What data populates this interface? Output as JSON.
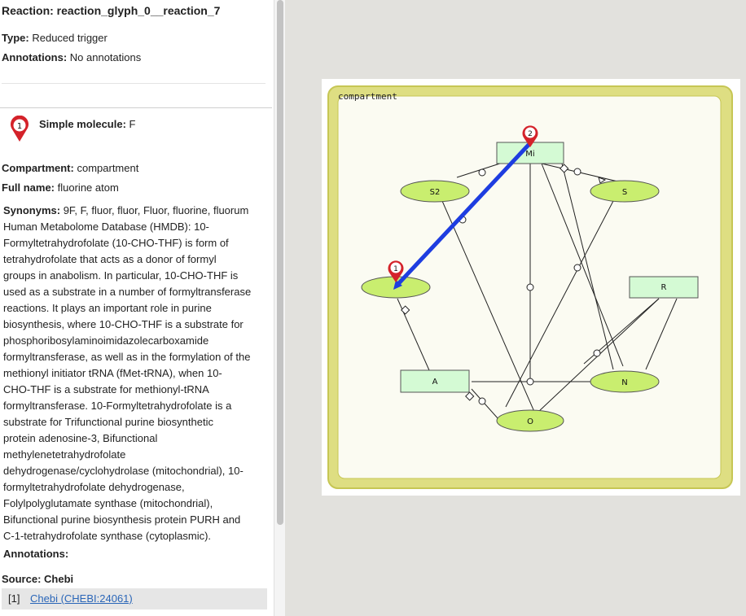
{
  "panel": {
    "reaction_title": "Reaction: reaction_glyph_0__reaction_7",
    "type_label": "Type:",
    "type_value": "Reduced trigger",
    "annotations_label": "Annotations:",
    "annotations_value": "No annotations",
    "species": {
      "marker_number": "1",
      "label": "Simple molecule:",
      "value": "F"
    },
    "compartment_label": "Compartment:",
    "compartment_value": "compartment",
    "fullname_label": "Full name:",
    "fullname_value": "fluorine atom",
    "synonyms_label": "Synonyms:",
    "synonyms_value": "9F, F, fluor, fluor, Fluor, fluorine, fluorum",
    "description_lines": [
      "Human Metabolome Database (HMDB): 10-",
      "Formyltetrahydrofolate (10-CHO-THF) is form of",
      "tetrahydrofolate that acts as a donor of formyl",
      "groups in anabolism. In particular, 10-CHO-THF is",
      "used as a substrate in a number of formyltransferase",
      "reactions. It plays an important role in purine",
      "biosynthesis, where 10-CHO-THF is a substrate for",
      "phosphoribosylaminoimidazolecarboxamide",
      "formyltransferase, as well as in the formylation of the",
      "methionyl initiator tRNA (fMet-tRNA), when 10-",
      "CHO-THF is a substrate for methionyl-tRNA",
      "formyltransferase. 10-Formyltetrahydrofolate is a",
      "substrate for Trifunctional purine biosynthetic",
      "protein adenosine-3, Bifunctional",
      "methylenetetrahydrofolate",
      "dehydrogenase/cyclohydrolase (mitochondrial), 10-",
      "formyltetrahydrofolate dehydrogenase,",
      "Folylpolyglutamate synthase (mitochondrial),",
      "Bifunctional purine biosynthesis protein PURH and",
      "C-1-tetrahydrofolate synthase (cytoplasmic)."
    ],
    "annotations2_label": "Annotations:",
    "source_label": "Source: Chebi",
    "source_index": "[1]",
    "source_link": "Chebi (CHEBI:24061)"
  },
  "diagram": {
    "compartment_label": "compartment",
    "nodes": {
      "mi": "Mi",
      "s2": "S2",
      "s": "S",
      "f": "",
      "r": "R",
      "a": "A",
      "n": "N",
      "o": "O"
    },
    "markers": {
      "one": "1",
      "two": "2"
    },
    "colors": {
      "compartment_fill": "#dede82",
      "compartment_inner": "#fbfbf2",
      "species_fill": "#d8f8a0",
      "ellipse_fill": "#c9ee6f",
      "highlight_arrow": "#1e3de0",
      "marker_red": "#d4222a"
    }
  }
}
